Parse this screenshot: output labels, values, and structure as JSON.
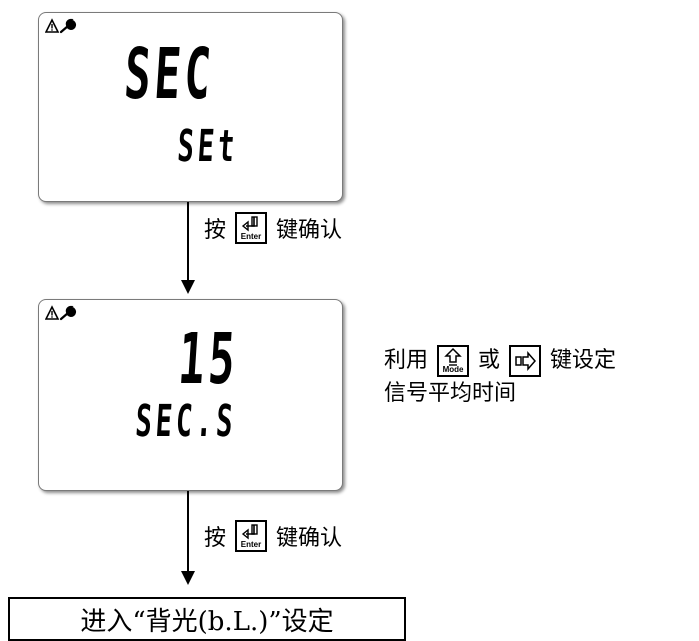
{
  "screen1": {
    "icons": [
      "warning-icon",
      "wrench-icon"
    ],
    "main": "SEC",
    "sub": "SEt"
  },
  "step1": {
    "prefix": "按",
    "key_label": "Enter",
    "suffix": "键确认"
  },
  "screen2": {
    "icons": [
      "warning-icon",
      "wrench-icon"
    ],
    "main": "15",
    "sub": "SEC.S"
  },
  "side_note": {
    "text_a": "利用",
    "key1_label": "Mode",
    "text_b": "或",
    "text_c": "键设定",
    "line2": "信号平均时间"
  },
  "step2": {
    "prefix": "按",
    "key_label": "Enter",
    "suffix": "键确认"
  },
  "final_box": {
    "text": "进入“背光(b.L.)”设定"
  }
}
